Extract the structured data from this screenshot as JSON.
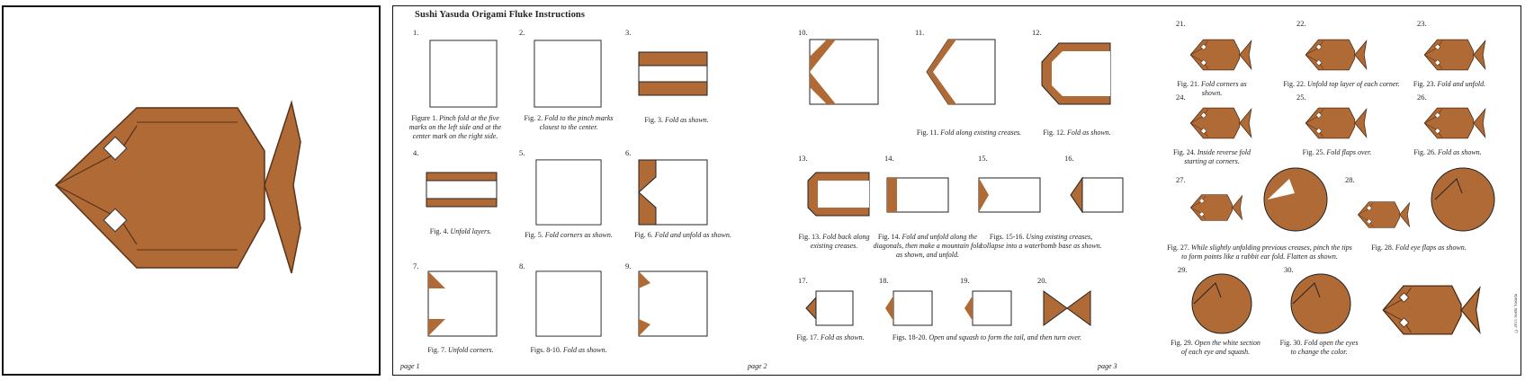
{
  "document": {
    "title": "Sushi Yasuda Origami Fluke Instructions",
    "pages": [
      "page 1",
      "page 2",
      "page 3"
    ],
    "copyright": "©2011 Sushi Yasuda"
  },
  "colors": {
    "paper_brown": "#B06A36",
    "outline": "#4a2a14",
    "paper_white": "#ffffff"
  },
  "steps": [
    {
      "n": "1.",
      "lead": "Figure 1.",
      "text": "Pinch fold at the five marks on the left side and at the center mark on the right side."
    },
    {
      "n": "2.",
      "lead": "Fig. 2.",
      "text": "Fold to the pinch marks closest to the center."
    },
    {
      "n": "3.",
      "lead": "Fig. 3.",
      "text": "Fold as shown."
    },
    {
      "n": "4.",
      "lead": "Fig. 4.",
      "text": "Unfold layers."
    },
    {
      "n": "5.",
      "lead": "Fig. 5.",
      "text": "Fold corners as shown."
    },
    {
      "n": "6.",
      "lead": "Fig. 6.",
      "text": "Fold and unfold as shown."
    },
    {
      "n": "7.",
      "lead": "Fig. 7.",
      "text": "Unfold corners."
    },
    {
      "n": "8.",
      "lead": "Figs. 8-10.",
      "text": "Fold as shown."
    },
    {
      "n": "9.",
      "lead": "",
      "text": ""
    },
    {
      "n": "10.",
      "lead": "",
      "text": ""
    },
    {
      "n": "11.",
      "lead": "Fig. 11.",
      "text": "Fold along existing creases."
    },
    {
      "n": "12.",
      "lead": "Fig. 12.",
      "text": "Fold as shown."
    },
    {
      "n": "13.",
      "lead": "Fig. 13.",
      "text": "Fold back along existing creases."
    },
    {
      "n": "14.",
      "lead": "Fig. 14.",
      "text": "Fold and unfold along the diagonals, then make a mountain fold as shown, and unfold."
    },
    {
      "n": "15.",
      "lead": "Figs. 15-16.",
      "text": "Using existing creases, collapse into a waterbomb base as shown."
    },
    {
      "n": "16.",
      "lead": "",
      "text": ""
    },
    {
      "n": "17.",
      "lead": "Fig. 17.",
      "text": "Fold as shown."
    },
    {
      "n": "18.",
      "lead": "Figs. 18-20.",
      "text": "Open and squash to form the tail, and then turn over."
    },
    {
      "n": "19.",
      "lead": "",
      "text": ""
    },
    {
      "n": "20.",
      "lead": "",
      "text": ""
    },
    {
      "n": "21.",
      "lead": "Fig. 21.",
      "text": "Fold corners as shown."
    },
    {
      "n": "22.",
      "lead": "Fig. 22.",
      "text": "Unfold top layer of each corner."
    },
    {
      "n": "23.",
      "lead": "Fig. 23.",
      "text": "Fold and unfold."
    },
    {
      "n": "24.",
      "lead": "Fig. 24.",
      "text": "Inside reverse fold starting at corners."
    },
    {
      "n": "25.",
      "lead": "Fig. 25.",
      "text": "Fold flaps over."
    },
    {
      "n": "26.",
      "lead": "Fig. 26.",
      "text": "Fold as shown."
    },
    {
      "n": "27.",
      "lead": "Fig. 27.",
      "text": "While slightly unfolding previous creases, pinch the tips to form points like a rabbit ear fold. Flatten as shown."
    },
    {
      "n": "28.",
      "lead": "Fig. 28.",
      "text": "Fold eye flaps as shown."
    },
    {
      "n": "29.",
      "lead": "Fig. 29.",
      "text": "Open the white section of each eye and squash."
    },
    {
      "n": "30.",
      "lead": "Fig. 30.",
      "text": "Fold open the eyes to change the color."
    }
  ]
}
